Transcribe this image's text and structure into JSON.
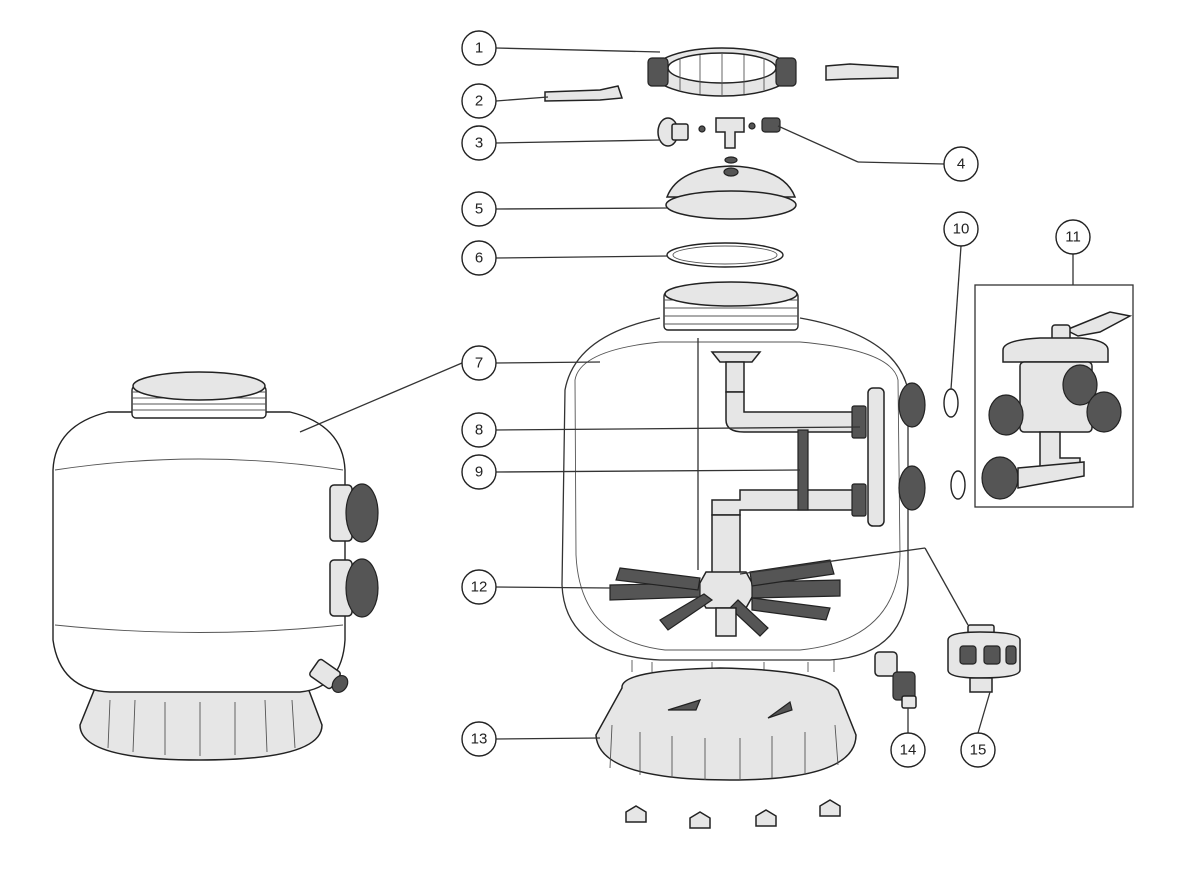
{
  "diagram": {
    "callouts": [
      {
        "label": "1"
      },
      {
        "label": "2"
      },
      {
        "label": "3"
      },
      {
        "label": "4"
      },
      {
        "label": "5"
      },
      {
        "label": "6"
      },
      {
        "label": "7"
      },
      {
        "label": "8"
      },
      {
        "label": "9"
      },
      {
        "label": "10"
      },
      {
        "label": "11"
      },
      {
        "label": "12"
      },
      {
        "label": "13"
      },
      {
        "label": "14"
      },
      {
        "label": "15"
      }
    ]
  },
  "colors": {
    "line": "#333333",
    "part_fill": "#e6e6e6",
    "background": "#ffffff"
  }
}
